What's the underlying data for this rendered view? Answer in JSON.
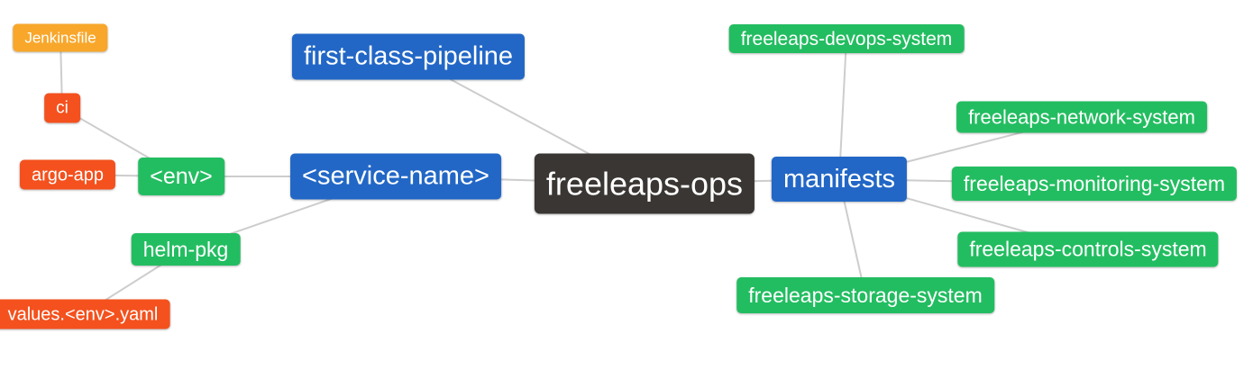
{
  "palette": {
    "blue": "#2267c6",
    "green": "#23bd61",
    "red": "#f4511e",
    "orange": "#f8a72b",
    "dark": "#3a3633",
    "edge": "#cdcdcd",
    "background": "#ffffff",
    "text": "#ffffff"
  },
  "nodes": [
    {
      "id": "jenkinsfile",
      "label": "Jenkinsfile",
      "color": "orange"
    },
    {
      "id": "ci",
      "label": "ci",
      "color": "red"
    },
    {
      "id": "argo-app",
      "label": "argo-app",
      "color": "red"
    },
    {
      "id": "env",
      "label": "<env>",
      "color": "green"
    },
    {
      "id": "helm-pkg",
      "label": "helm-pkg",
      "color": "green"
    },
    {
      "id": "values-env-yaml",
      "label": "values.<env>.yaml",
      "color": "red"
    },
    {
      "id": "first-class-pipeline",
      "label": "first-class-pipeline",
      "color": "blue"
    },
    {
      "id": "service-name",
      "label": "<service-name>",
      "color": "blue"
    },
    {
      "id": "freeleaps-ops",
      "label": "freeleaps-ops",
      "color": "dark"
    },
    {
      "id": "manifests",
      "label": "manifests",
      "color": "blue"
    },
    {
      "id": "freeleaps-devops-system",
      "label": "freeleaps-devops-system",
      "color": "green"
    },
    {
      "id": "freeleaps-network-system",
      "label": "freeleaps-network-system",
      "color": "green"
    },
    {
      "id": "freeleaps-monitoring-system",
      "label": "freeleaps-monitoring-system",
      "color": "green"
    },
    {
      "id": "freeleaps-controls-system",
      "label": "freeleaps-controls-system",
      "color": "green"
    },
    {
      "id": "freeleaps-storage-system",
      "label": "freeleaps-storage-system",
      "color": "green"
    }
  ],
  "edges": [
    [
      "jenkinsfile",
      "ci"
    ],
    [
      "ci",
      "env"
    ],
    [
      "argo-app",
      "env"
    ],
    [
      "env",
      "service-name"
    ],
    [
      "helm-pkg",
      "service-name"
    ],
    [
      "values-env-yaml",
      "helm-pkg"
    ],
    [
      "first-class-pipeline",
      "freeleaps-ops"
    ],
    [
      "service-name",
      "freeleaps-ops"
    ],
    [
      "freeleaps-ops",
      "manifests"
    ],
    [
      "manifests",
      "freeleaps-devops-system"
    ],
    [
      "manifests",
      "freeleaps-network-system"
    ],
    [
      "manifests",
      "freeleaps-monitoring-system"
    ],
    [
      "manifests",
      "freeleaps-controls-system"
    ],
    [
      "manifests",
      "freeleaps-storage-system"
    ]
  ]
}
